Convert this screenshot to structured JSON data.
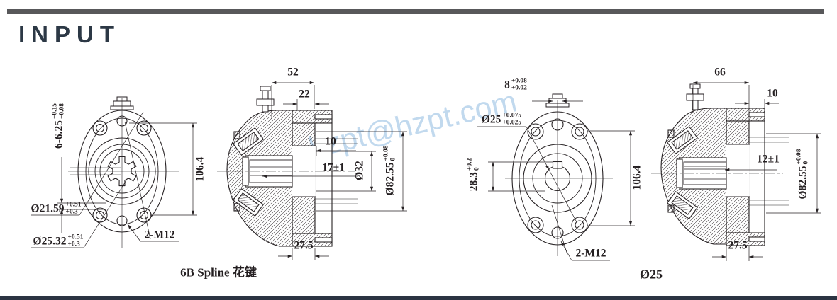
{
  "header": {
    "title": "INPUT"
  },
  "watermark": "hzpt@hzpt.com",
  "colors": {
    "line": "#272224",
    "title": "#2c3845",
    "topbar": "#58585a",
    "bottombar": "#2b3442",
    "watermark": "#9cc3e4"
  },
  "views": {
    "left_front": {
      "dims": {
        "spline_len": {
          "v": "6-6.25",
          "tp": "+0.15",
          "tb": "+0.08"
        },
        "height": "106.4",
        "dia_minor": {
          "v": "Ø21.59",
          "tp": "+0.51",
          "tb": "+0.3"
        },
        "dia_major": {
          "v": "Ø25.32",
          "tp": "+0.51",
          "tb": "+0.3"
        },
        "thread": "2-M12"
      },
      "caption": "6B Spline 花键"
    },
    "left_section": {
      "dims": {
        "w52": "52",
        "w22": "22",
        "w10": "10",
        "depth": "17±1",
        "dia32": "Ø32",
        "pilot": {
          "v": "Ø82.55",
          "tp": "+0.08",
          "tb": "0"
        },
        "w275": "27.5"
      }
    },
    "right_front": {
      "dims": {
        "key_w": {
          "v": "8",
          "tp": "+0.08",
          "tb": "+0.02"
        },
        "shaft": {
          "v": "Ø25",
          "tp": "+0.075",
          "tb": "+0.025"
        },
        "key_h": {
          "v": "28.3",
          "tp": "+0.2",
          "tb": "0"
        },
        "height": "106.4",
        "thread": "2-M12"
      },
      "caption": "Ø25"
    },
    "right_section": {
      "dims": {
        "w66": "66",
        "w10": "10",
        "key_len": "12±1",
        "pilot": {
          "v": "Ø82.55",
          "tp": "+0.08",
          "tb": "0"
        },
        "w275": "27.5"
      }
    }
  }
}
